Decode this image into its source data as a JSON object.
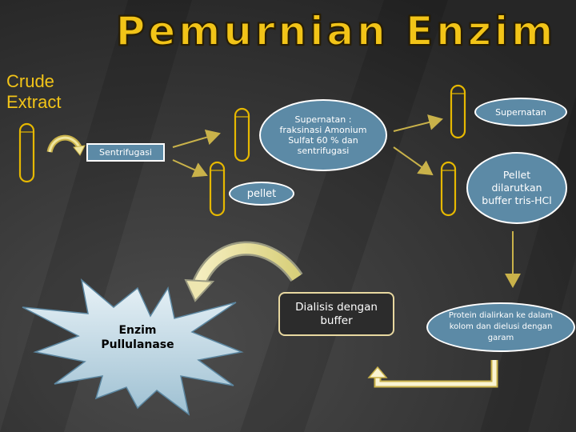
{
  "title": "Pemurnian Enzim",
  "crude_extract": "Crude Extract",
  "steps": {
    "sentrifugasi": "Sentrifugasi",
    "supernatan_fraksinasi": "Supernatan : fraksinasi Amonium Sulfat 60 % dan sentrifugasi",
    "pellet_first": "pellet",
    "supernatan": "Supernatan",
    "pellet_dilarutkan": "Pellet dilarutkan buffer tris-HCl",
    "protein_kolom": "Protein dialirkan ke dalam kolom dan dielusi dengan garam",
    "dialisis": "Dialisis dengan buffer",
    "enzim": "Enzim Pullulanase"
  },
  "colors": {
    "title": "#f2c418",
    "tube_outline": "#e6b800",
    "arrow": "#c9b24a",
    "node_fill": "#5c8aa6",
    "starburst": "#c8dce6"
  },
  "icons": [
    "test-tube-icon",
    "curved-arrow-icon",
    "starburst-shape"
  ]
}
